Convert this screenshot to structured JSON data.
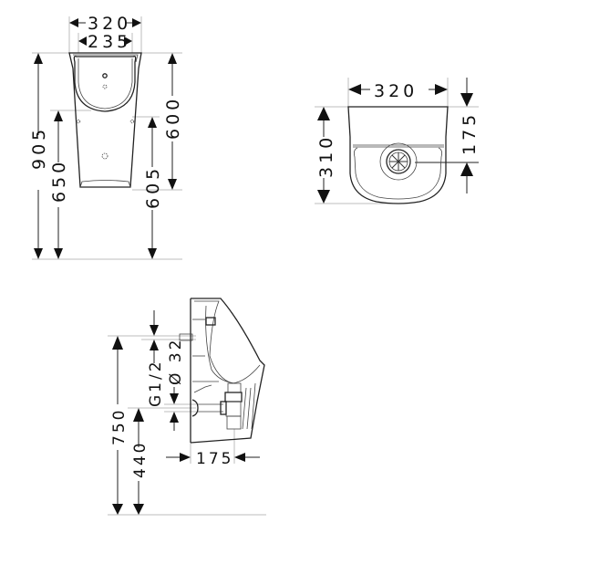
{
  "drawing": {
    "subject": "Wall-hung urinal dimensional drawing",
    "units": "mm",
    "views": [
      {
        "id": "front-view",
        "dimensions": {
          "overall_width": "320",
          "bowl_width": "235",
          "total_height": "905",
          "mount_height": "650",
          "body_height": "600",
          "lower_mount": "605"
        }
      },
      {
        "id": "top-view",
        "dimensions": {
          "width": "320",
          "depth": "310",
          "outlet_offset": "175"
        }
      },
      {
        "id": "side-view",
        "dimensions": {
          "inlet_height": "750",
          "outlet_height": "440",
          "inlet_thread": "G1/2",
          "outlet_diameter": "Ø 32",
          "outlet_projection": "175"
        }
      }
    ]
  }
}
